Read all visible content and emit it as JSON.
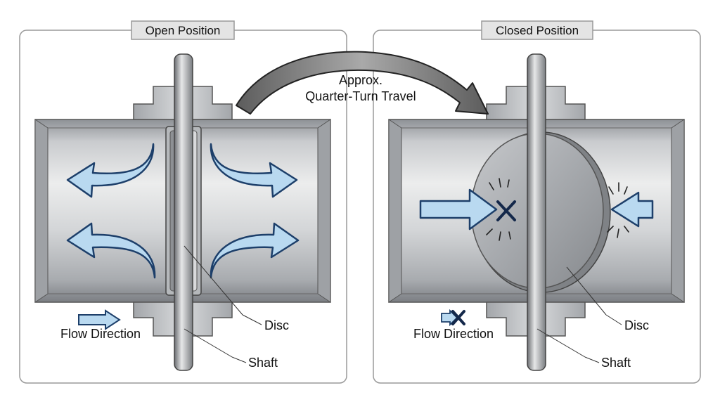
{
  "panels": {
    "open": {
      "title": "Open Position",
      "flow_label": "Flow Direction",
      "disc_label": "Disc",
      "shaft_label": "Shaft"
    },
    "closed": {
      "title": "Closed Position",
      "flow_label": "Flow Direction",
      "disc_label": "Disc",
      "shaft_label": "Shaft"
    }
  },
  "travel": {
    "line1": "Approx.",
    "line2": "Quarter-Turn Travel"
  },
  "colors": {
    "flow_arrow_fill": "#b9d9f0",
    "flow_arrow_stroke": "#1d3f6a",
    "metal": "#b9bcc0",
    "panel_border": "#9a9a9a",
    "turn_arrow": "#6e6e6e"
  }
}
